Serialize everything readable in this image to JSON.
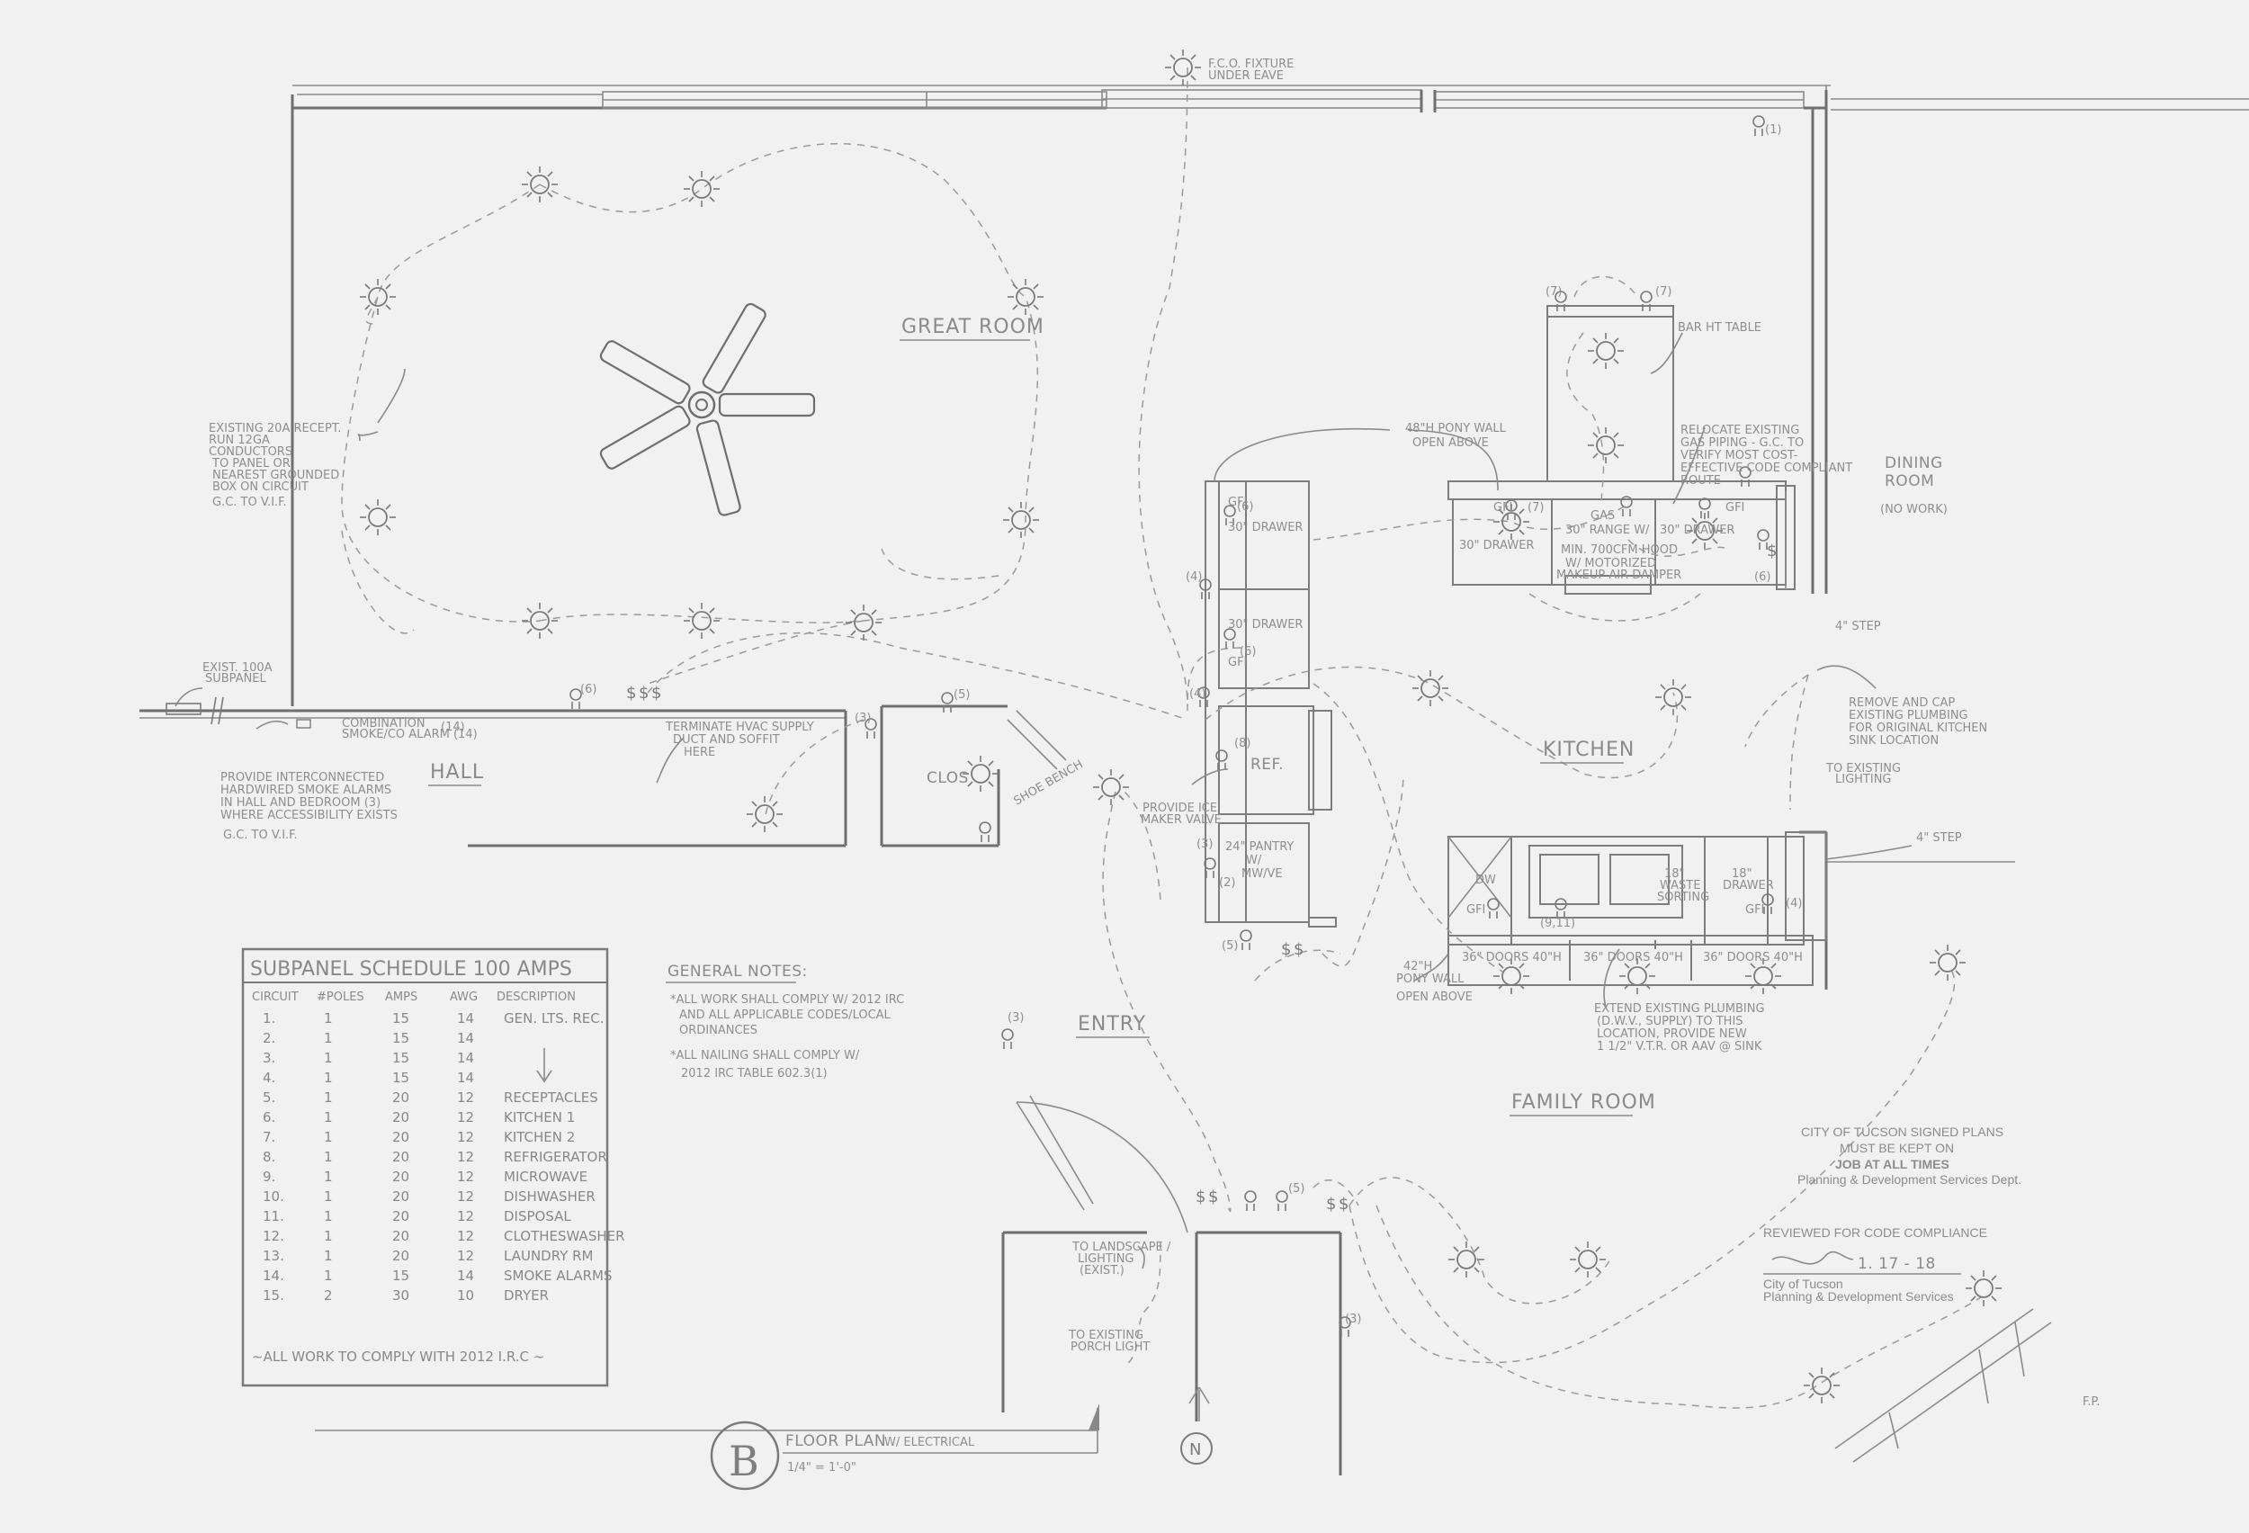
{
  "rooms": {
    "great_room": "GREAT ROOM",
    "hall": "HALL",
    "clos": "CLOS",
    "kitchen": "KITCHEN",
    "entry": "ENTRY",
    "family_room": "FAMILY ROOM",
    "dining_room_line1": "DINING",
    "dining_room_line2": "ROOM",
    "dining_room_note": "(NO WORK)"
  },
  "fixtures": {
    "ref": "REF.",
    "pantry_line1": "24\" PANTRY",
    "pantry_line2": "W/",
    "pantry_line3": "MW/VE",
    "drawer_30_left": "30\" DRAWER",
    "drawer_30_mid": "30\" DRAWER",
    "drawer_30_island_left": "30\" DRAWER",
    "drawer_30_island_right": "30\" DRAWER",
    "gas": "GAS",
    "range": "30\" RANGE W/",
    "hood_line1": "MIN. 700CFM HOOD",
    "hood_line2": "W/ MOTORIZED",
    "hood_line3": "MAKEUP AIR DAMPER",
    "dw": "DW",
    "waste_line1": "18\"",
    "waste_line2": "WASTE",
    "waste_line3": "SORTING",
    "drawer_18_line1": "18\"",
    "drawer_18_line2": "DRAWER",
    "doors_36_a": "36\" DOORS 40\"H",
    "doors_36_b": "36\" DOORS 40\"H",
    "doors_36_c": "36\" DOORS 40\"H",
    "shoe_bench": "SHOE BENCH",
    "bar_table": "BAR HT TABLE"
  },
  "notes": {
    "fco_line1": "F.C.O. FIXTURE",
    "fco_line2": "UNDER EAVE",
    "pony_wall_line1": "48\"H PONY WALL",
    "pony_wall_line2": "OPEN ABOVE",
    "relocate_line1": "RELOCATE EXISTING",
    "relocate_line2": "GAS PIPING - G.C. TO",
    "relocate_line3": "VERIFY MOST COST-",
    "relocate_line4": "EFFECTIVE CODE COMPLIANT",
    "relocate_line5": "ROUTE",
    "step_upper": "4\" STEP",
    "step_lower": "4\" STEP",
    "remove_line1": "REMOVE AND CAP",
    "remove_line2": "EXISTING PLUMBING",
    "remove_line3": "FOR ORIGINAL KITCHEN",
    "remove_line4": "SINK LOCATION",
    "to_existing_line1": "TO EXISTING",
    "to_existing_line2": "LIGHTING",
    "existing_20a_line1": "EXISTING 20A RECEPT.",
    "existing_20a_line2": "RUN 12GA",
    "existing_20a_line3": "CONDUCTORS",
    "existing_20a_line4": "TO PANEL OR",
    "existing_20a_line5": "NEAREST GROUNDED",
    "existing_20a_line6": "BOX ON CIRCUIT",
    "existing_20a_line7": "G.C. TO V.I.F.",
    "exist_subpanel_line1": "EXIST. 100A",
    "exist_subpanel_line2": "SUBPANEL",
    "combo_line1": "COMBINATION",
    "combo_line2": "SMOKE/CO ALARM (14)",
    "provide_line1": "PROVIDE INTERCONNECTED",
    "provide_line2": "HARDWIRED SMOKE ALARMS",
    "provide_line3": "IN HALL AND BEDROOM (3)",
    "provide_line4": "WHERE ACCESSIBILITY EXISTS",
    "provide_line5": "G.C. TO V.I.F.",
    "hvac_line1": "TERMINATE HVAC SUPPLY",
    "hvac_line2": "DUCT AND SOFFIT",
    "hvac_line3": "HERE",
    "ice_line1": "PROVIDE ICE",
    "ice_line2": "MAKER VALVE",
    "pony_wall_42_line1": "42\"H",
    "pony_wall_42_line2": "PONY WALL",
    "pony_wall_42_line3": "OPEN ABOVE",
    "extend_line1": "EXTEND EXISTING PLUMBING",
    "extend_line2": "(D.W.V., SUPPLY) TO THIS",
    "extend_line3": "LOCATION, PROVIDE NEW",
    "extend_line4": "1 1/2\" V.T.R. OR AAV @ SINK",
    "landscape_line1": "TO LANDSCAPE /",
    "landscape_line2": "LIGHTING",
    "landscape_line3": "(EXIST.)",
    "porch_line1": "TO EXISTING",
    "porch_line2": "PORCH LIGHT",
    "fp": "F.P."
  },
  "general_notes": {
    "title": "GENERAL NOTES:",
    "note1_line1": "*ALL WORK SHALL COMPLY W/ 2012 IRC",
    "note1_line2": "AND ALL APPLICABLE CODES/LOCAL",
    "note1_line3": "ORDINANCES",
    "note2_line1": "*ALL NAILING SHALL COMPLY W/",
    "note2_line2": "2012 IRC TABLE 602.3(1)"
  },
  "subpanel": {
    "title": "SUBPANEL SCHEDULE  100 AMPS",
    "headers": [
      "CIRCUIT",
      "#POLES",
      "AMPS",
      "AWG",
      "DESCRIPTION"
    ],
    "rows": [
      [
        "1.",
        "1",
        "15",
        "14",
        "GEN. LTS. REC."
      ],
      [
        "2.",
        "1",
        "15",
        "14",
        ""
      ],
      [
        "3.",
        "1",
        "15",
        "14",
        ""
      ],
      [
        "4.",
        "1",
        "15",
        "14",
        ""
      ],
      [
        "5.",
        "1",
        "20",
        "12",
        "RECEPTACLES"
      ],
      [
        "6.",
        "1",
        "20",
        "12",
        "KITCHEN 1"
      ],
      [
        "7.",
        "1",
        "20",
        "12",
        "KITCHEN 2"
      ],
      [
        "8.",
        "1",
        "20",
        "12",
        "REFRIGERATOR"
      ],
      [
        "9.",
        "1",
        "20",
        "12",
        "MICROWAVE"
      ],
      [
        "10.",
        "1",
        "20",
        "12",
        "DISHWASHER"
      ],
      [
        "11.",
        "1",
        "20",
        "12",
        "DISPOSAL"
      ],
      [
        "12.",
        "1",
        "20",
        "12",
        "CLOTHESWASHER"
      ],
      [
        "13.",
        "1",
        "20",
        "12",
        "LAUNDRY RM"
      ],
      [
        "14.",
        "1",
        "15",
        "14",
        "SMOKE ALARMS"
      ],
      [
        "15.",
        "2",
        "30",
        "10",
        "DRYER"
      ]
    ],
    "footer": "~ALL WORK TO COMPLY WITH 2012 I.R.C ~"
  },
  "stamp": {
    "line1": "CITY OF TUCSON SIGNED PLANS",
    "line2": "MUST BE KEPT ON",
    "line3": "JOB AT ALL TIMES",
    "line4": "Planning & Development Services Dept.",
    "reviewed": "REVIEWED FOR CODE COMPLIANCE",
    "date": "1. 17 - 18",
    "city": "City of Tucson",
    "dept": "Planning & Development Services"
  },
  "title_block": {
    "letter": "B",
    "title": "FLOOR PLAN",
    "title_suffix": "W/ ELECTRICAL",
    "scale": "1/4\" = 1'-0\"",
    "north": "N"
  },
  "circuit_tags": {
    "t1": "(1)",
    "t2": "(3)",
    "t3": "(5)",
    "t4": "(4)",
    "t5": "(7)",
    "t6": "(7)",
    "t7": "(6)",
    "t8": "(7)",
    "t9": "(8)",
    "t10": "(2)",
    "t11": "(3)",
    "t12": "(9,11)",
    "t13": "(4)",
    "t14": "(4)",
    "t15": "(6)",
    "t16": "(6)",
    "t17": "(3)",
    "t18": "(5)",
    "t19": "(3)",
    "t20": "(5)",
    "t21": "(14)",
    "t22": "(6)"
  },
  "gfi": {
    "g1": "GFI",
    "g2": "GFI",
    "g3": "GFI",
    "g4": "GFI",
    "g5": "GFI",
    "g6": "GFI"
  },
  "colors": {
    "paper": "#f1f1f1",
    "ink": "#777777"
  }
}
